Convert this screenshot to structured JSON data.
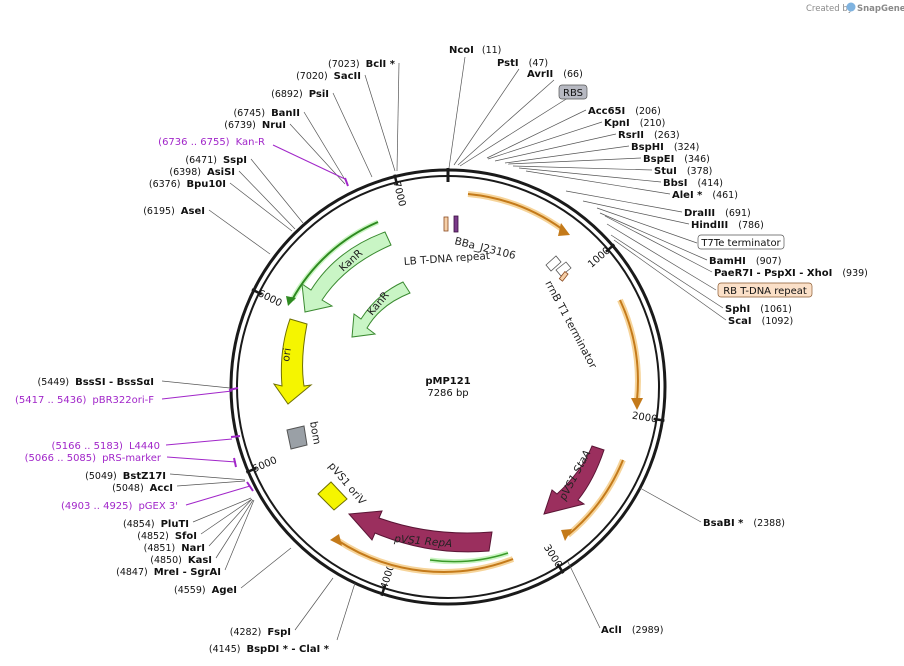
{
  "credit": {
    "prefix": "Created by",
    "brand": "SnapGene"
  },
  "plasmid": {
    "name": "pMP121",
    "size_label": "7286 bp",
    "length": 7286
  },
  "ticks": [
    {
      "bp": 1000,
      "label": "1000"
    },
    {
      "bp": 2000,
      "label": "2000"
    },
    {
      "bp": 3000,
      "label": "3000"
    },
    {
      "bp": 4000,
      "label": "4000"
    },
    {
      "bp": 5000,
      "label": "5000"
    },
    {
      "bp": 6000,
      "label": "6000"
    },
    {
      "bp": 7000,
      "label": "7000"
    }
  ],
  "sites": [
    {
      "name": "NcoI",
      "pos": "(11)",
      "bp": 11
    },
    {
      "name": "PstI",
      "pos": "(47)",
      "bp": 47
    },
    {
      "name": "AvrII",
      "pos": "(66)",
      "bp": 66
    },
    {
      "name": "Acc65I",
      "pos": "(206)",
      "bp": 206
    },
    {
      "name": "KpnI",
      "pos": "(210)",
      "bp": 210
    },
    {
      "name": "RsrII",
      "pos": "(263)",
      "bp": 263
    },
    {
      "name": "BspHI",
      "pos": "(324)",
      "bp": 324
    },
    {
      "name": "BspEI",
      "pos": "(346)",
      "bp": 346
    },
    {
      "name": "StuI",
      "pos": "(378)",
      "bp": 378
    },
    {
      "name": "BbsI",
      "pos": "(414)",
      "bp": 414
    },
    {
      "name": "AleI *",
      "pos": "(461)",
      "bp": 461
    },
    {
      "name": "DraIII",
      "pos": "(691)",
      "bp": 691
    },
    {
      "name": "HindIII",
      "pos": "(786)",
      "bp": 786
    },
    {
      "name": "BamHI",
      "pos": "(907)",
      "bp": 907
    },
    {
      "name": "PaeR7I - PspXI - XhoI",
      "pos": "(939)",
      "bp": 939
    },
    {
      "name": "SphI",
      "pos": "(1061)",
      "bp": 1061
    },
    {
      "name": "ScaI",
      "pos": "(1092)",
      "bp": 1092
    },
    {
      "name": "BsaBI *",
      "pos": "(2388)",
      "bp": 2388
    },
    {
      "name": "AclI",
      "pos": "(2989)",
      "bp": 2989
    },
    {
      "name": "BspDI * - ClaI *",
      "pos": "(4145)",
      "bp": 4145
    },
    {
      "name": "FspI",
      "pos": "(4282)",
      "bp": 4282
    },
    {
      "name": "AgeI",
      "pos": "(4559)",
      "bp": 4559
    },
    {
      "name": "MreI - SgrAI",
      "pos": "(4847)",
      "bp": 4847
    },
    {
      "name": "KasI",
      "pos": "(4850)",
      "bp": 4850
    },
    {
      "name": "NarI",
      "pos": "(4851)",
      "bp": 4851
    },
    {
      "name": "SfoI",
      "pos": "(4852)",
      "bp": 4852
    },
    {
      "name": "PluTI",
      "pos": "(4854)",
      "bp": 4854
    },
    {
      "name": "AccI",
      "pos": "(5048)",
      "bp": 5048
    },
    {
      "name": "BstZ17I",
      "pos": "(5049)",
      "bp": 5049
    },
    {
      "name": "BssSI - BssSαI",
      "pos": "(5449)",
      "bp": 5449
    },
    {
      "name": "AseI",
      "pos": "(6195)",
      "bp": 6195
    },
    {
      "name": "Bpu10I",
      "pos": "(6376)",
      "bp": 6376
    },
    {
      "name": "AsiSI",
      "pos": "(6398)",
      "bp": 6398
    },
    {
      "name": "SspI",
      "pos": "(6471)",
      "bp": 6471
    },
    {
      "name": "NruI",
      "pos": "(6739)",
      "bp": 6739
    },
    {
      "name": "BanII",
      "pos": "(6745)",
      "bp": 6745
    },
    {
      "name": "PsiI",
      "pos": "(6892)",
      "bp": 6892
    },
    {
      "name": "SacII",
      "pos": "(7020)",
      "bp": 7020
    },
    {
      "name": "BclI *",
      "pos": "(7023)",
      "bp": 7023
    }
  ],
  "primers": [
    {
      "range": "(6736 .. 6755)",
      "name": "Kan-R"
    },
    {
      "range": "(5417 .. 5436)",
      "name": "pBR322ori-F"
    },
    {
      "range": "(5166 .. 5183)",
      "name": "L4440"
    },
    {
      "range": "(5066 .. 5085)",
      "name": "pRS-marker"
    },
    {
      "range": "(4903 .. 4925)",
      "name": "pGEX 3'"
    }
  ],
  "boxed_labels": [
    {
      "name": "RBS",
      "style": "gray"
    },
    {
      "name": "T7Te terminator",
      "style": "white"
    },
    {
      "name": "RB T-DNA repeat",
      "style": "peach"
    }
  ],
  "feature_labels": {
    "bba": "BBa_J23106",
    "lb": "LB T-DNA repeat",
    "kanr_outer": "KanR",
    "kanr_inner": "KanR",
    "ori": "ori",
    "bom": "bom",
    "pvs1_oriv": "pVS1 oriV",
    "rrnb": "rrnB T1 terminator",
    "stab": "pVS1 StaA",
    "repa": "pVS1 RepA"
  },
  "colors": {
    "backbone": "#1a1a1a",
    "kanr": "#c9f5c5",
    "ori": "#f5f500",
    "pvs1": "#9b2f5e",
    "misc_orange": "#c47a1a",
    "primer": "#a126c9",
    "rbs": "#b7b9c2",
    "peach": "#fbe0c8"
  }
}
